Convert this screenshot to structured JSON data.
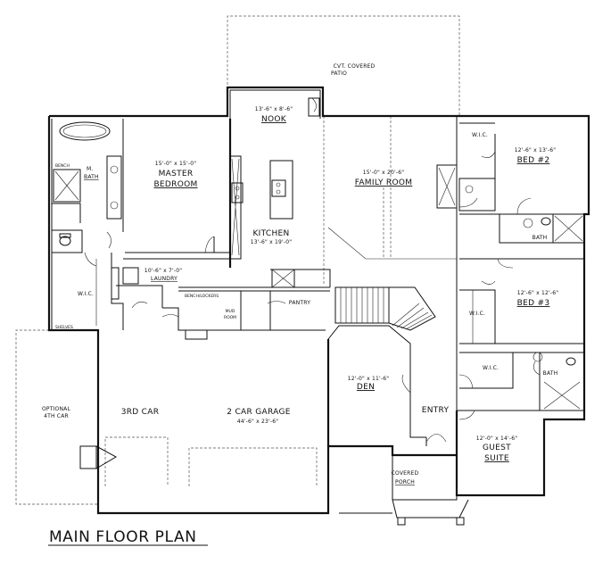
{
  "plan": {
    "title": "MAIN FLOOR PLAN",
    "rooms": {
      "patio": [
        "CVT. COVERED",
        "PATIO"
      ],
      "nook": [
        "13'-6\" x 8'-6\"",
        "NOOK"
      ],
      "master": [
        "15'-0\" x 15'-0\"",
        "MASTER",
        "BEDROOM"
      ],
      "mbath": [
        "M.",
        "BATH"
      ],
      "bench": "BENCH",
      "kitchen": [
        "KITCHEN",
        "13'-6\" x 19'-0\""
      ],
      "family": [
        "15'-0\" x 20'-6\"",
        "FAMILY ROOM"
      ],
      "bed2": [
        "12'-6\" x 13'-6\"",
        "BED #2"
      ],
      "bed3": [
        "12'-6\" x 12'-6\"",
        "BED #3"
      ],
      "laundry": [
        "10'-6\" x 7'-0\"",
        "LAUNDRY"
      ],
      "mud": [
        "MUD",
        "ROOM"
      ],
      "bench2": "BENCH/LOCKERS",
      "pantry": "PANTRY",
      "wic": "W.I.C.",
      "shelves": "SHELVES",
      "bath": "BATH",
      "den": [
        "12'-0\" x 11'-6\"",
        "DEN"
      ],
      "entry": "ENTRY",
      "garage4": [
        "OPTIONAL",
        "4TH CAR"
      ],
      "car3": "3RD CAR",
      "garage": [
        "2 CAR GARAGE",
        "44'-6\" x 23'-6\""
      ],
      "porch": [
        "COVERED",
        "PORCH"
      ],
      "guest": [
        "12'-0\" x 14'-6\"",
        "GUEST",
        "SUITE"
      ]
    }
  }
}
